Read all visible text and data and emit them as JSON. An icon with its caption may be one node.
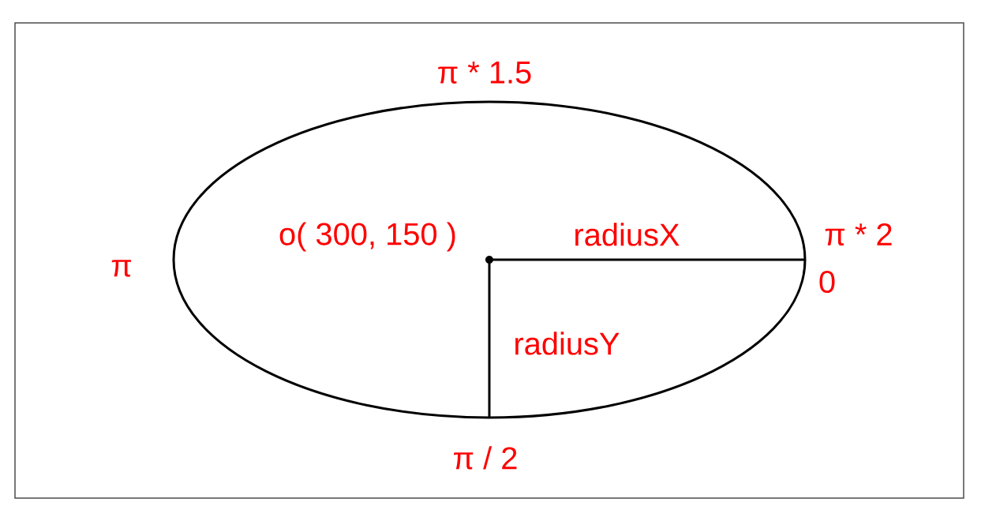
{
  "diagram": {
    "labels": [
      "π * 1.5",
      "o( 300, 150 )",
      "radiusX",
      "π * 2",
      "π",
      "0",
      "radiusY",
      "π / 2"
    ]
  }
}
